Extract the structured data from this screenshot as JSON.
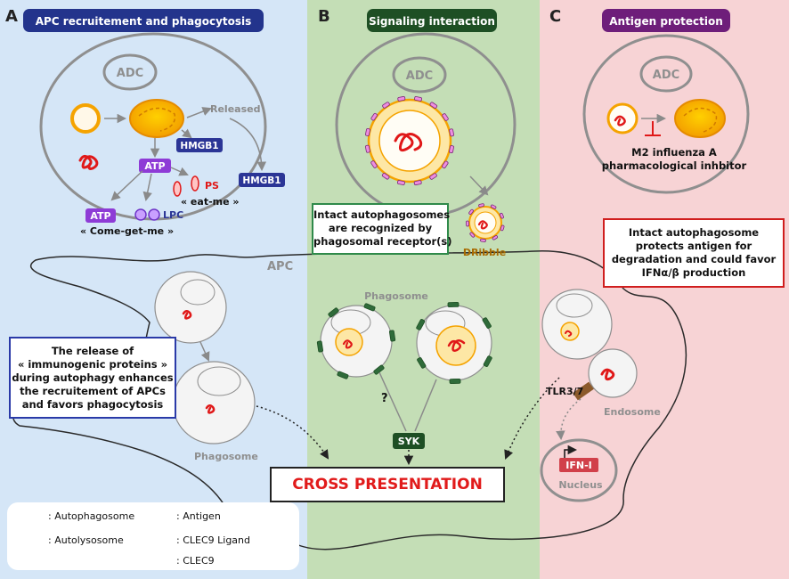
{
  "colors": {
    "panel_a_bg": "#d5e6f7",
    "panel_b_bg": "#c4deb6",
    "panel_c_bg": "#f7d3d5",
    "panel_a_accent": "#23348c",
    "panel_b_accent": "#1e4f24",
    "panel_c_accent": "#6e1e7a",
    "antigen": "#e01818",
    "atp": "#8e3bd6",
    "hmgb1": "#2b3596",
    "cross_text": "#e11b1b"
  },
  "panels": {
    "a": {
      "letter": "A",
      "title": "APC recruitement and phagocytosis"
    },
    "b": {
      "letter": "B",
      "title": "Signaling interaction"
    },
    "c": {
      "letter": "C",
      "title": "Antigen protection"
    }
  },
  "panel_a": {
    "cell_label": "ADC",
    "released": "Released",
    "hmgb1_inner": "HMGB1",
    "hmgb1_outer": "HMGB1",
    "atp_inner": "ATP",
    "atp_outer": "ATP",
    "ps": "PS",
    "eat_me": "« eat-me »",
    "lpc": "LPC",
    "come_get_me": "« Come-get-me »",
    "apc_label": "APC",
    "phagosome_label": "Phagosome",
    "release_box": [
      "The release of",
      "« immunogenic proteins »",
      "during autophagy enhances",
      "the recruitement of APCs",
      "and favors phagocytosis"
    ]
  },
  "panel_b": {
    "cell_label": "ADC",
    "intact_box": [
      "Intact autophagosomes",
      "are recognized by",
      "phagosomal receptor(s)"
    ],
    "dribble": "DRibble",
    "phagosome_label": "Phagosome",
    "question": "?",
    "syk": "SYK"
  },
  "panel_c": {
    "cell_label": "ADC",
    "inhibitor_line1": "M2 influenza A",
    "inhibitor_line2": "pharmacological inhbitor",
    "protect_box": [
      "Intact autophagosome",
      "protects antigen for",
      "degradation and could favor",
      "IFNα/β production"
    ],
    "tlr": "TLR3/7",
    "endosome": "Endosome",
    "ifn": "IFN-I",
    "nucleus": "Nucleus"
  },
  "cross_presentation": "CROSS PRESENTATION",
  "legend": {
    "autophagosome": ": Autophagosome",
    "autolysosome": ": Autolysosome",
    "antigen": ": Antigen",
    "clec9_ligand": ": CLEC9 Ligand",
    "clec9": ": CLEC9"
  }
}
